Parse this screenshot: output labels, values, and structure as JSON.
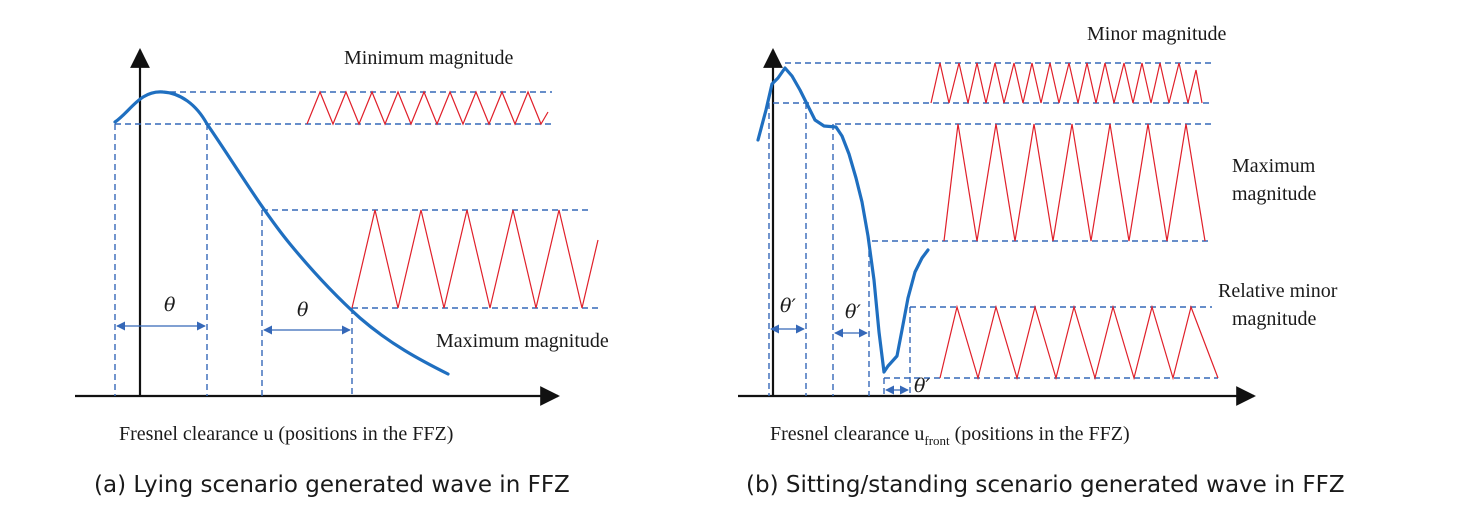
{
  "panel_a": {
    "label_minimum": "Minimum magnitude",
    "label_maximum": "Maximum magnitude",
    "theta_1": "θ",
    "theta_2": "θ",
    "xaxis_label": "Fresnel clearance u (positions in the FFZ)",
    "caption": "(a) Lying scenario generated wave in FFZ"
  },
  "panel_b": {
    "label_minor": "Minor magnitude",
    "label_maximum_line1": "Maximum",
    "label_maximum_line2": "magnitude",
    "label_relminor_line1": "Relative minor",
    "label_relminor_line2": "magnitude",
    "theta_1": "θ′",
    "theta_2": "θ′",
    "theta_3": "θ′",
    "xaxis_label_main": "Fresnel clearance u",
    "xaxis_label_sub": "front",
    "xaxis_label_rest": " (positions in the FFZ)",
    "caption": "(b) Sitting/standing scenario generated wave in FFZ"
  },
  "colors": {
    "curve": "#1f6fc0",
    "guides": "#3568b8",
    "wave": "#e0202a",
    "axes": "#111111"
  }
}
